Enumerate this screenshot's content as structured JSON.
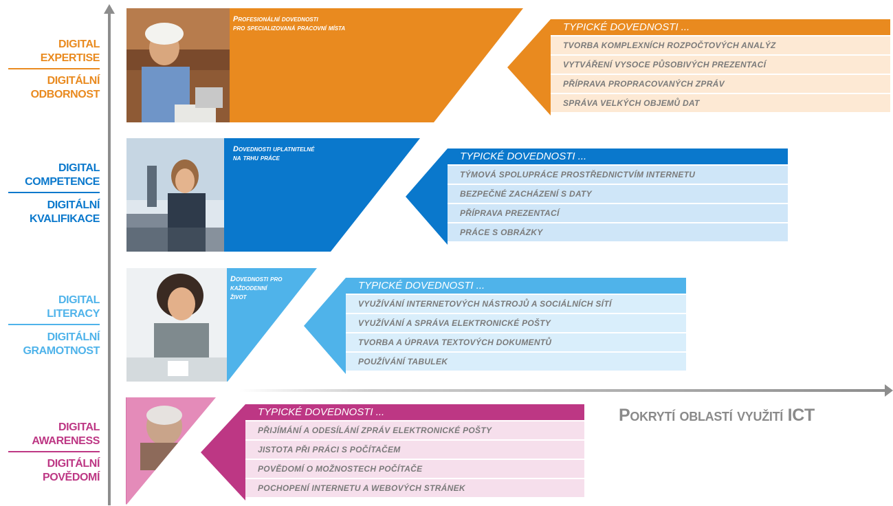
{
  "levels": [
    {
      "label_en": "DIGITAL\nEXPERTISE",
      "label_cz": "DIGITÁLNÍ\nODBORNOST",
      "color": "#e98a1f",
      "row_color": "#fde9d4",
      "panel_title": "Profesionální dovednosti\npro specializovaná pracovní místa",
      "skills_heading": "TYPICKÉ DOVEDNOSTI ...",
      "skills": [
        "TVORBA KOMPLEXNÍCH ROZPOČTOVÝCH ANALÝZ",
        "VYTVÁŘENÍ VYSOCE PŮSOBIVÝCH PREZENTACÍ",
        "PŘÍPRAVA PROPRACOVANÝCH ZPRÁV",
        "SPRÁVA VELKÝCH OBJEMŮ DAT"
      ]
    },
    {
      "label_en": "DIGITAL\nCOMPETENCE",
      "label_cz": "DIGITÁLNÍ\nKVALIFIKACE",
      "color": "#0a78cc",
      "row_color": "#cfe6f8",
      "panel_title": "Dovednosti uplatnitelné\nna trhu práce",
      "skills_heading": "TYPICKÉ DOVEDNOSTI ...",
      "skills": [
        "TÝMOVÁ SPOLUPRÁCE PROSTŘEDNICTVÍM INTERNETU",
        "BEZPEČNÉ ZACHÁZENÍ S DATY",
        "PŘÍPRAVA PREZENTACÍ",
        "PRÁCE S OBRÁZKY"
      ]
    },
    {
      "label_en": "DIGITAL\nLITERACY",
      "label_cz": "DIGITÁLNÍ\nGRAMOTNOST",
      "color": "#4fb3ea",
      "row_color": "#d9eefb",
      "panel_title": "Dovednosti pro\nkaždodenní\nživot",
      "skills_heading": "TYPICKÉ DOVEDNOSTI ...",
      "skills": [
        "VYUŽÍVÁNÍ INTERNETOVÝCH NÁSTROJŮ A SOCIÁLNÍCH SÍTÍ",
        "VYUŽÍVÁNÍ A SPRÁVA ELEKTRONICKÉ POŠTY",
        "TVORBA A ÚPRAVA TEXTOVÝCH DOKUMENTŮ",
        "POUŽÍVÁNÍ TABULEK"
      ]
    },
    {
      "label_en": "DIGITAL\nAWARENESS",
      "label_cz": "DIGITÁLNÍ\nPOVĚDOMÍ",
      "color": "#bd3784",
      "row_color": "#f6dfec",
      "panel_title": "",
      "skills_heading": "TYPICKÉ DOVEDNOSTI ...",
      "skills": [
        "PŘIJÍMÁNÍ A ODESÍLÁNÍ ZPRÁV ELEKTRONICKÉ POŠTY",
        "JISTOTA PŘI PRÁCI S POČÍTAČEM",
        "POVĚDOMÍ O MOŽNOSTECH POČÍTAČE",
        "POCHOPENÍ INTERNETU A WEBOVÝCH STRÁNEK"
      ]
    }
  ],
  "axis_x_label": "Pokrytí oblastí využití ICT"
}
